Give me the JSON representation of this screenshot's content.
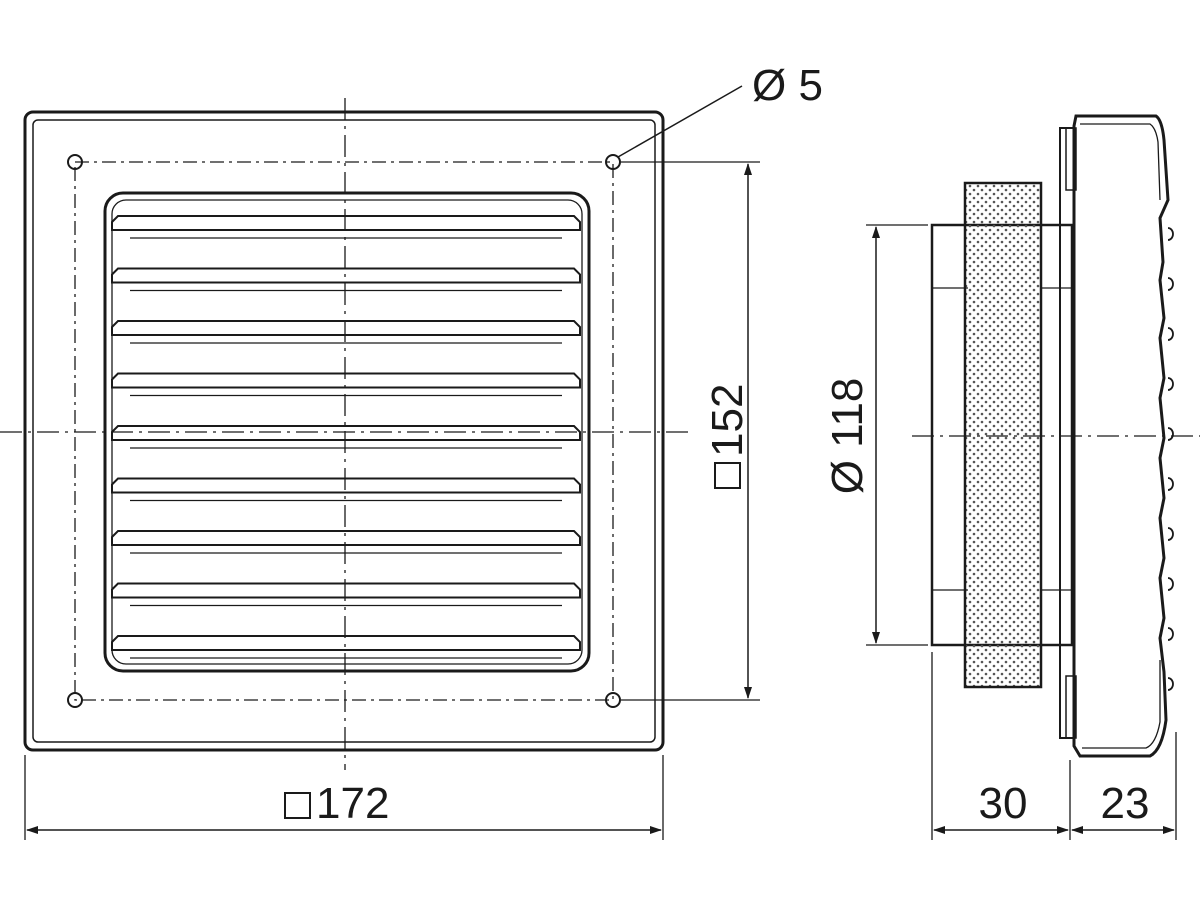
{
  "front_view": {
    "hole_diameter": "Ø 5",
    "mounting_pitch": "152",
    "overall_size": "172",
    "louver_count": 9
  },
  "side_view": {
    "spigot_diameter": "Ø 118",
    "depth_filter": "30",
    "depth_cover": "23"
  },
  "symbols": {
    "square": "square-dimension-symbol"
  },
  "colors": {
    "line": "#1a1a1a",
    "background": "#ffffff",
    "filter_dots": "#555555"
  }
}
